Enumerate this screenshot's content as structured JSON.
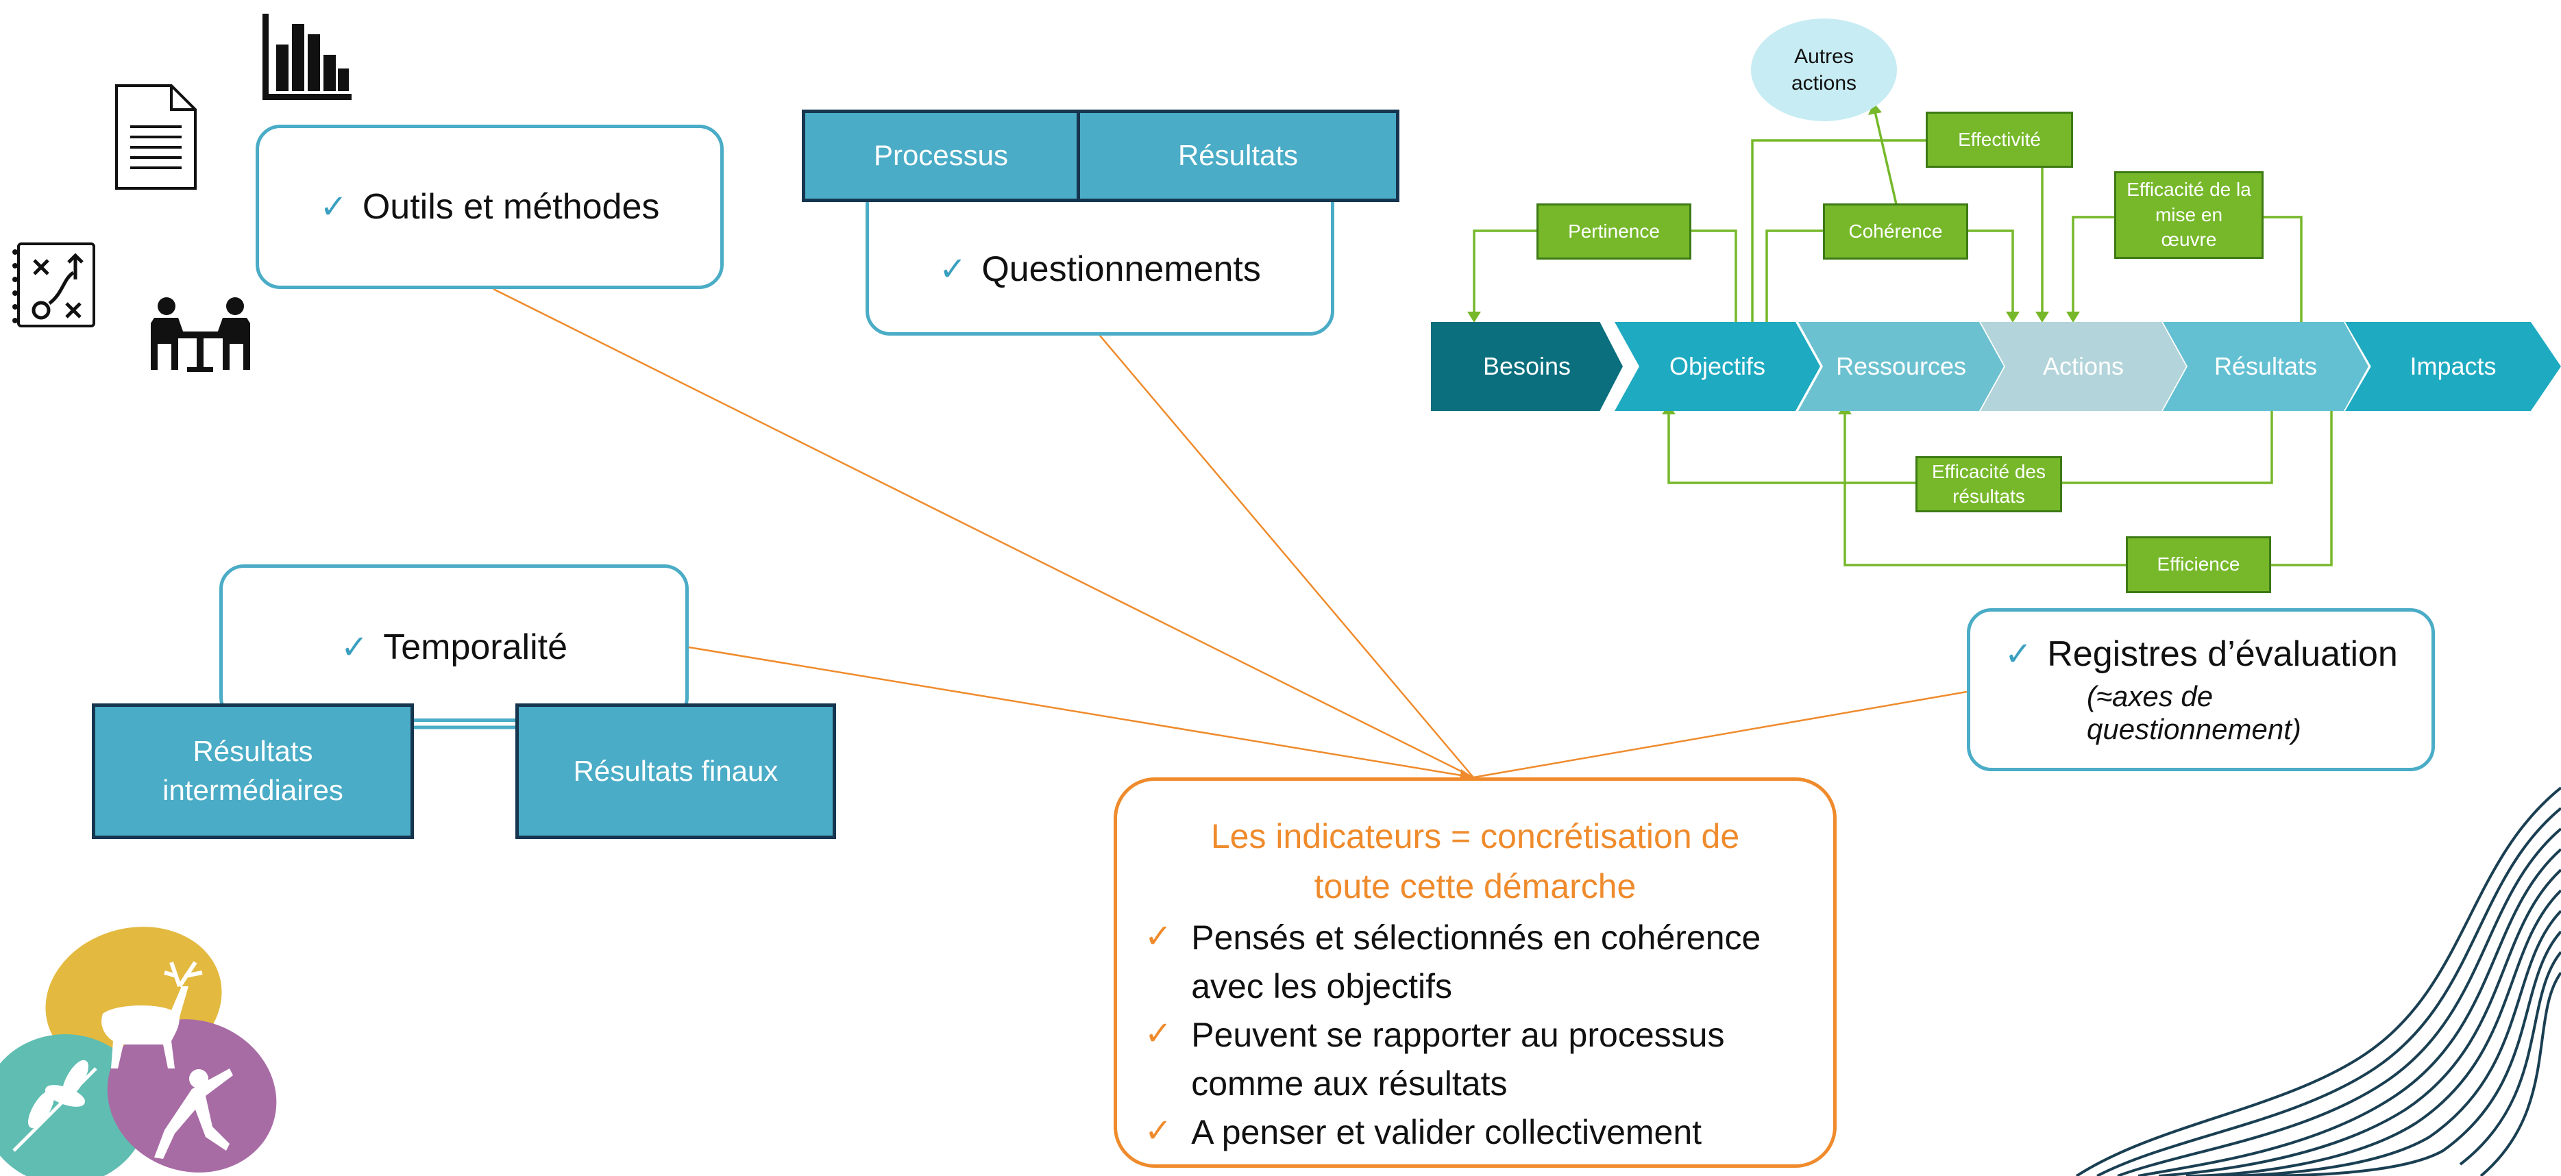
{
  "colors": {
    "teal_border": "#4aacc6",
    "teal_fill": "#4aacc6",
    "dark_navy": "#16354f",
    "orange": "#ef8b2c",
    "green": "#76b82a",
    "chevrons": [
      "#0b6f7e",
      "#1eaac0",
      "#6cc1d0",
      "#b3d4da",
      "#63c0d2",
      "#1eaac0"
    ]
  },
  "icons": [
    "document-icon",
    "bar-chart-icon",
    "strategy-board-icon",
    "meeting-icon"
  ],
  "outils": {
    "check": "✓",
    "label": "Outils et méthodes"
  },
  "questionnements": {
    "tabs": [
      "Processus",
      "Résultats"
    ],
    "check": "✓",
    "label": "Questionnements"
  },
  "temporalite": {
    "check": "✓",
    "label": "Temporalité",
    "sub_boxes": [
      "Résultats intermédiaires",
      "Résultats finaux"
    ]
  },
  "registres": {
    "check": "✓",
    "label": "Registres d’évaluation",
    "sublabel": "(≈axes de questionnement)"
  },
  "indicateurs": {
    "title": "Les indicateurs = concrétisation de toute cette démarche",
    "check": "✓",
    "items": [
      "Pensés et sélectionnés en cohérence avec les objectifs",
      "Peuvent se rapporter au processus comme aux résultats",
      "A penser et valider collectivement"
    ]
  },
  "chain": {
    "stages": [
      "Besoins",
      "Objectifs",
      "Ressources",
      "Actions",
      "Résultats",
      "Impacts"
    ],
    "autres_actions": "Autres actions",
    "criteria": {
      "effectivite": "Effectivité",
      "pertinence": "Pertinence",
      "coherence": "Cohérence",
      "efficacite_mise_en_oeuvre": "Efficacité de la mise en œuvre",
      "efficacite_resultats": "Efficacité des résultats",
      "efficience": "Efficience"
    }
  }
}
